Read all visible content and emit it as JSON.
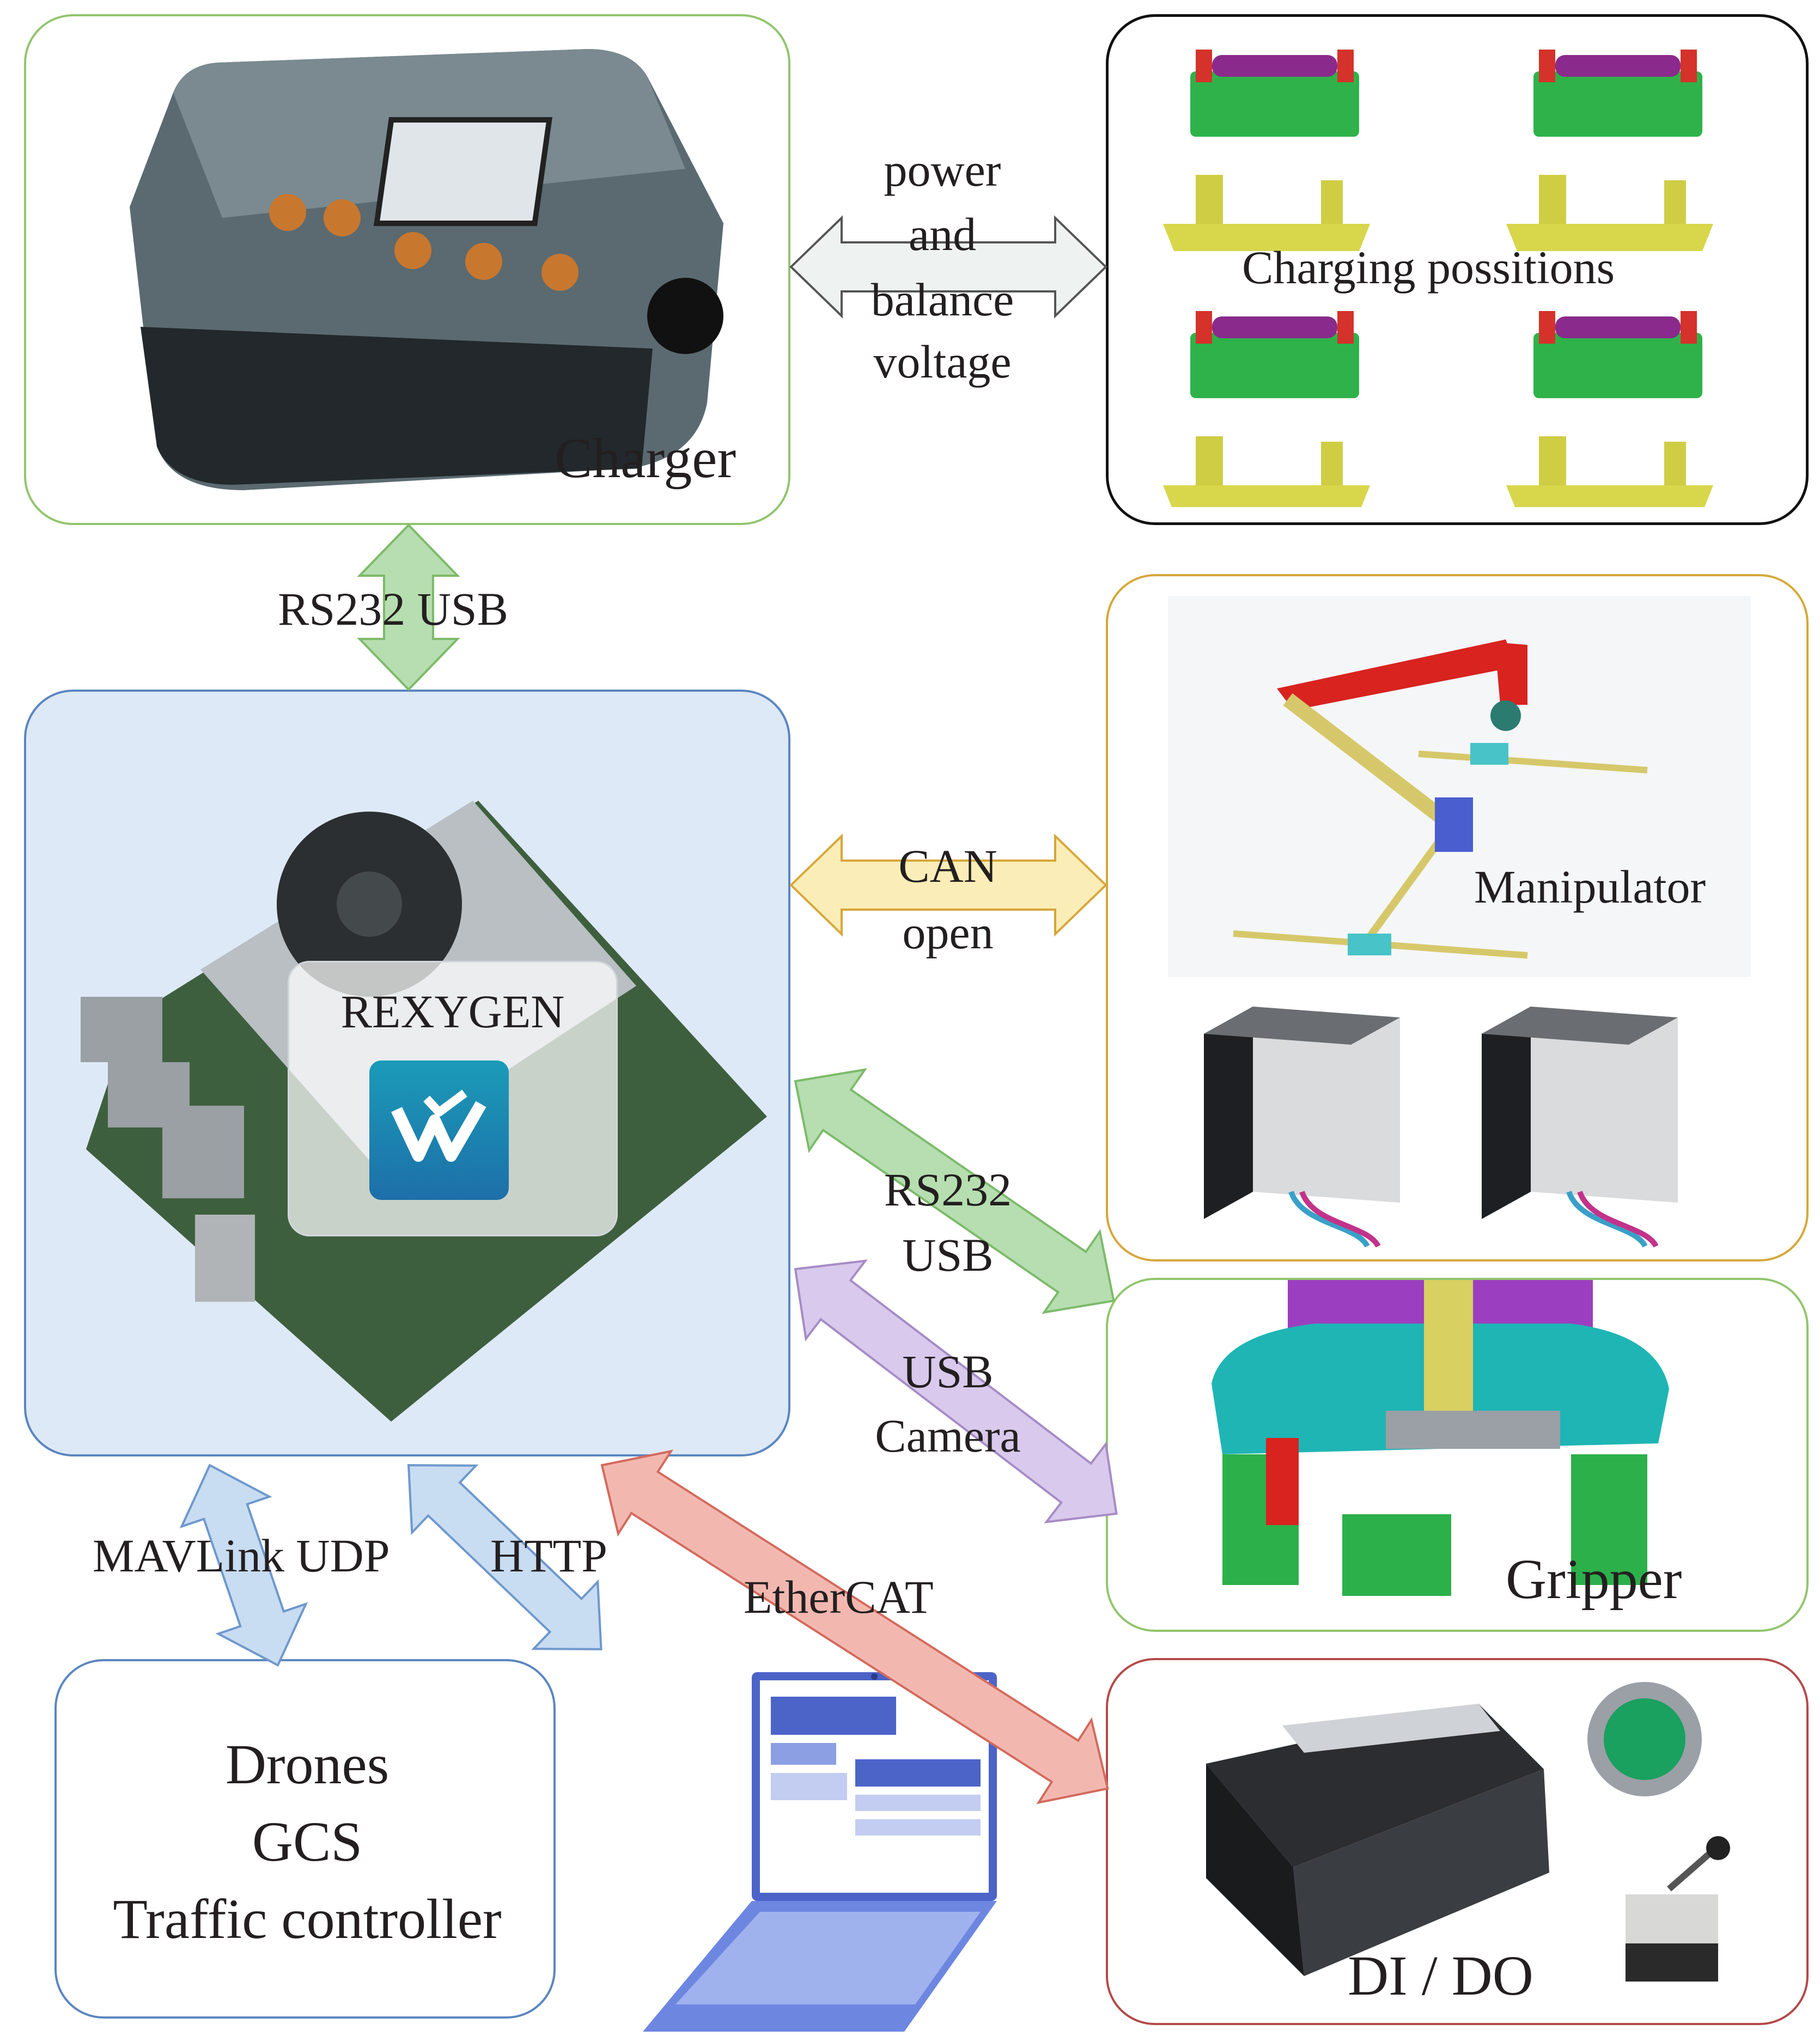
{
  "nodes": {
    "charger": {
      "label": "Charger"
    },
    "charging_positions": {
      "label": "Charging possitions"
    },
    "controller": {
      "label": "REXYGEN"
    },
    "manipulator": {
      "label": "Manipulator"
    },
    "gripper": {
      "label": "Gripper"
    },
    "ground": {
      "lines": [
        "Drones",
        "GCS",
        "Traffic controller"
      ]
    },
    "dido": {
      "label": "DI / DO"
    }
  },
  "edges": {
    "power_balance": {
      "lines": [
        "power",
        "and",
        "balance",
        "voltage"
      ]
    },
    "charger_link": {
      "label": "RS232 USB"
    },
    "can": {
      "lines": [
        "CAN",
        "open"
      ]
    },
    "gripper_serial": {
      "lines": [
        "RS232",
        "USB"
      ]
    },
    "camera": {
      "lines": [
        "USB",
        "Camera"
      ]
    },
    "mavlink": {
      "label": "MAVLink UDP"
    },
    "http": {
      "label": "HTTP"
    },
    "ethercat": {
      "label": "EtherCAT"
    }
  },
  "colors": {
    "charger": "#92c56e",
    "charging_positions": "#111111",
    "controller_border": "#5b86c0",
    "controller_fill": "#dde9f6",
    "manipulator": "#d6a73a",
    "gripper": "#92c56e",
    "ground": "#5b86c0",
    "dido": "#b44a4a",
    "arrow_grey": "#eef2f0",
    "arrow_yellow": "#fbedb7",
    "arrow_green": "#b6deb0",
    "arrow_purple": "#d9c9ec",
    "arrow_blue": "#c8dcf2",
    "arrow_red": "#f2b8b0"
  }
}
